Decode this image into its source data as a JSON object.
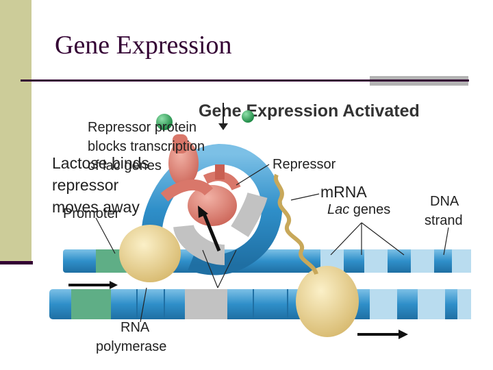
{
  "slide": {
    "title": "Gene Expression"
  },
  "diagram": {
    "heading": "Gene Expression Activated",
    "labels": {
      "repressor_blocks_line1": "Repressor protein",
      "repressor_blocks_line2": "blocks transcription",
      "repressor_blocks_line3": "of lac genes",
      "lactose_line1": "Lactose binds",
      "lactose_line2": "repressor",
      "lactose_line3": "moves away",
      "promoter": "Promoter",
      "repressor": "Repressor",
      "mrna": "mRNA",
      "lac_genes_italic": "Lac",
      "lac_genes_rest": " genes",
      "dna_line1": "DNA",
      "dna_line2": "strand",
      "rna_line1": "RNA",
      "rna_line2": "polymerase"
    },
    "colors": {
      "dna_blue": "#3a9bd0",
      "dna_light": "#b9dcef",
      "promoter_green": "#5fae86",
      "operator_gray": "#c2c2c2",
      "repressor_red": "#d9776a",
      "polymerase_tan": "#e6cf8f",
      "lactose_green": "#2a9d55",
      "mrna_tan": "#c8a85a"
    }
  }
}
